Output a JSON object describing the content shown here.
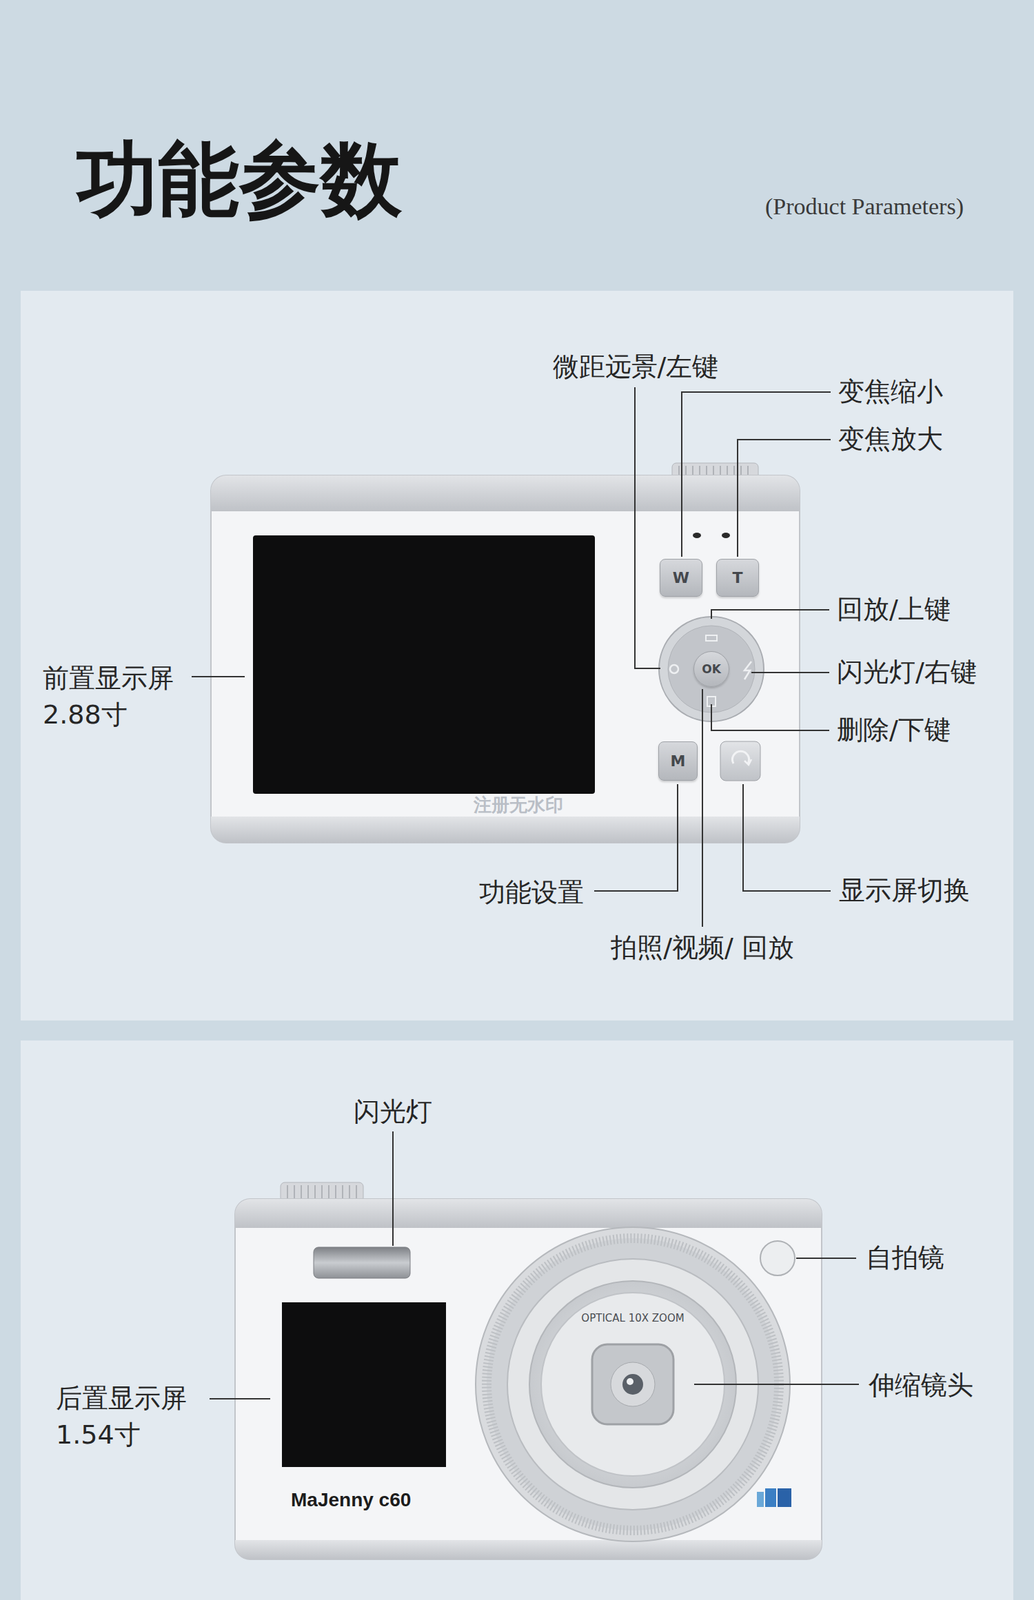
{
  "diagram": {
    "title": "功能参数",
    "nodes": [
      {
        "text": [
          "W"
        ]
      },
      {
        "text": [
          "T"
        ]
      },
      {
        "text": [
          "OK"
        ]
      },
      {
        "text": [
          "M"
        ]
      }
    ],
    "labels": [
      "(Product Parameters)",
      "微距远景/左键",
      "变焦缩小",
      "变焦放大",
      "回放/上键",
      "前置显示屏 2.88寸",
      "闪光灯/右键",
      "删除/下键",
      "注册无水印",
      "功能设置",
      "显示屏切换",
      "拍照/视频/ 回放",
      "闪光灯",
      "自拍镜",
      "OPTICAL 10X ZOOM",
      "后置显示屏 1.54寸",
      "伸缩镜头",
      "MaJenny c60"
    ]
  }
}
